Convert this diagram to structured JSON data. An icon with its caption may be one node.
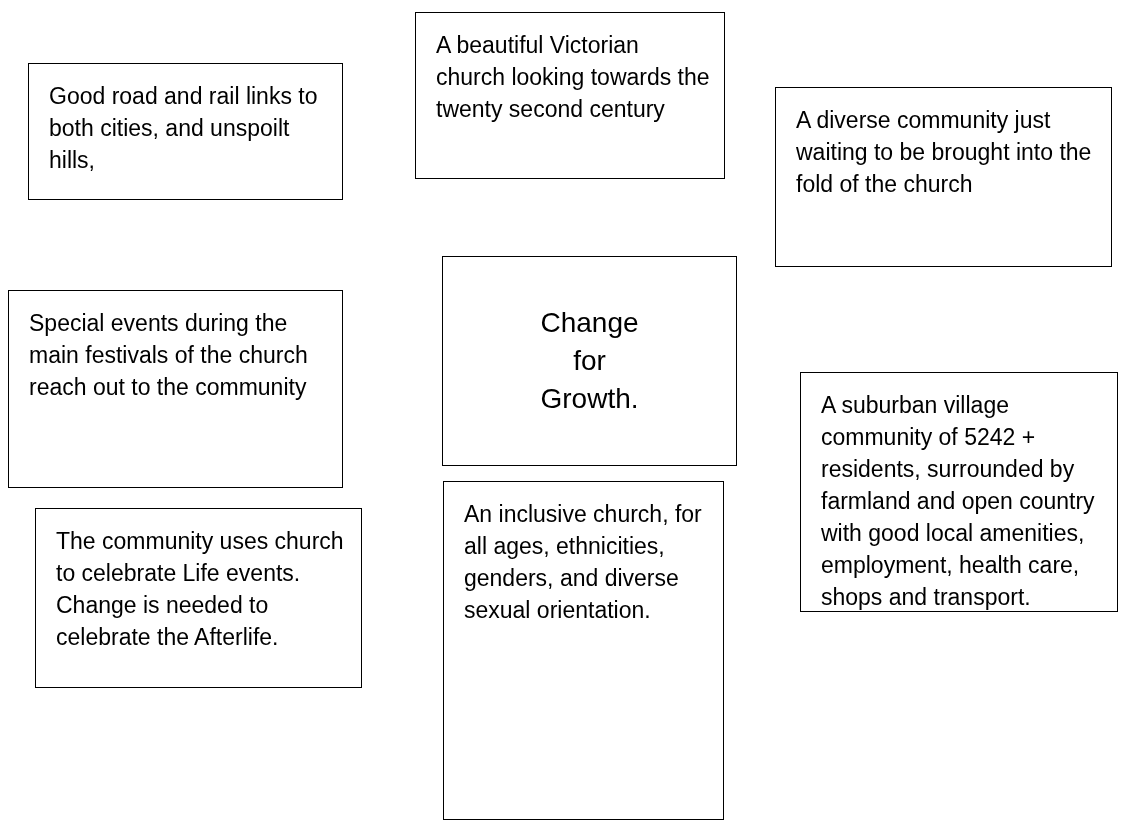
{
  "diagram": {
    "nodes": [
      {
        "text": [
          "Good road and rail links to both cities, and unspoilt hills,"
        ]
      },
      {
        "text": [
          "A beautiful Victorian church looking towards the twenty second century"
        ]
      },
      {
        "text": [
          "A diverse community just waiting to be brought into the fold of the church"
        ]
      },
      {
        "text": [
          "Special events during the main festivals of the church reach out to the community"
        ]
      },
      {
        "text": [
          "Change for Growth."
        ]
      },
      {
        "text": [
          "A suburban village community of 5242 + residents, surrounded by farmland and open country with good local amenities, employment, health care, shops and transport."
        ]
      },
      {
        "text": [
          "The community uses church to celebrate Life events. Change is needed to celebrate the Afterlife."
        ]
      },
      {
        "text": [
          "An inclusive church, for all ages, ethnicities, genders, and diverse sexual orientation."
        ]
      }
    ],
    "edges": []
  }
}
